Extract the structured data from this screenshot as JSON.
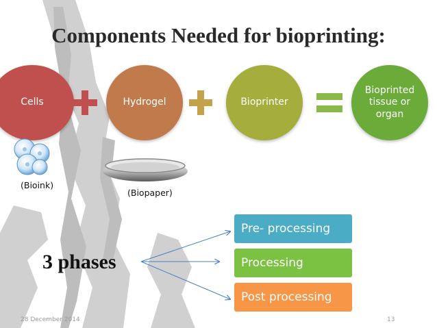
{
  "title": "Components Needed for bioprinting:",
  "components": [
    {
      "label": "Cells",
      "color": "#c0504d"
    },
    {
      "label": "Hydrogel",
      "color": "#c07a4c"
    },
    {
      "label": "Bioprinter",
      "color": "#a5ad3c"
    },
    {
      "label": "Bioprinted tissue or organ",
      "color": "#6aab3a"
    }
  ],
  "operators": [
    {
      "symbol": "+",
      "color": "#c0504d"
    },
    {
      "symbol": "+",
      "color": "#c4a24a"
    },
    {
      "symbol": "=",
      "color": "#8ab84a"
    }
  ],
  "captions": {
    "bioink": "(Bioink)",
    "biopaper": "(Biopaper)"
  },
  "phases": {
    "heading": "3 phases",
    "steps": [
      {
        "label": "Pre- processing",
        "color": "#4bacc6"
      },
      {
        "label": "Processing",
        "color": "#7cc242"
      },
      {
        "label": "Post processing",
        "color": "#f79646"
      }
    ]
  },
  "footer": {
    "date": "28 December 2014",
    "page": "13"
  }
}
